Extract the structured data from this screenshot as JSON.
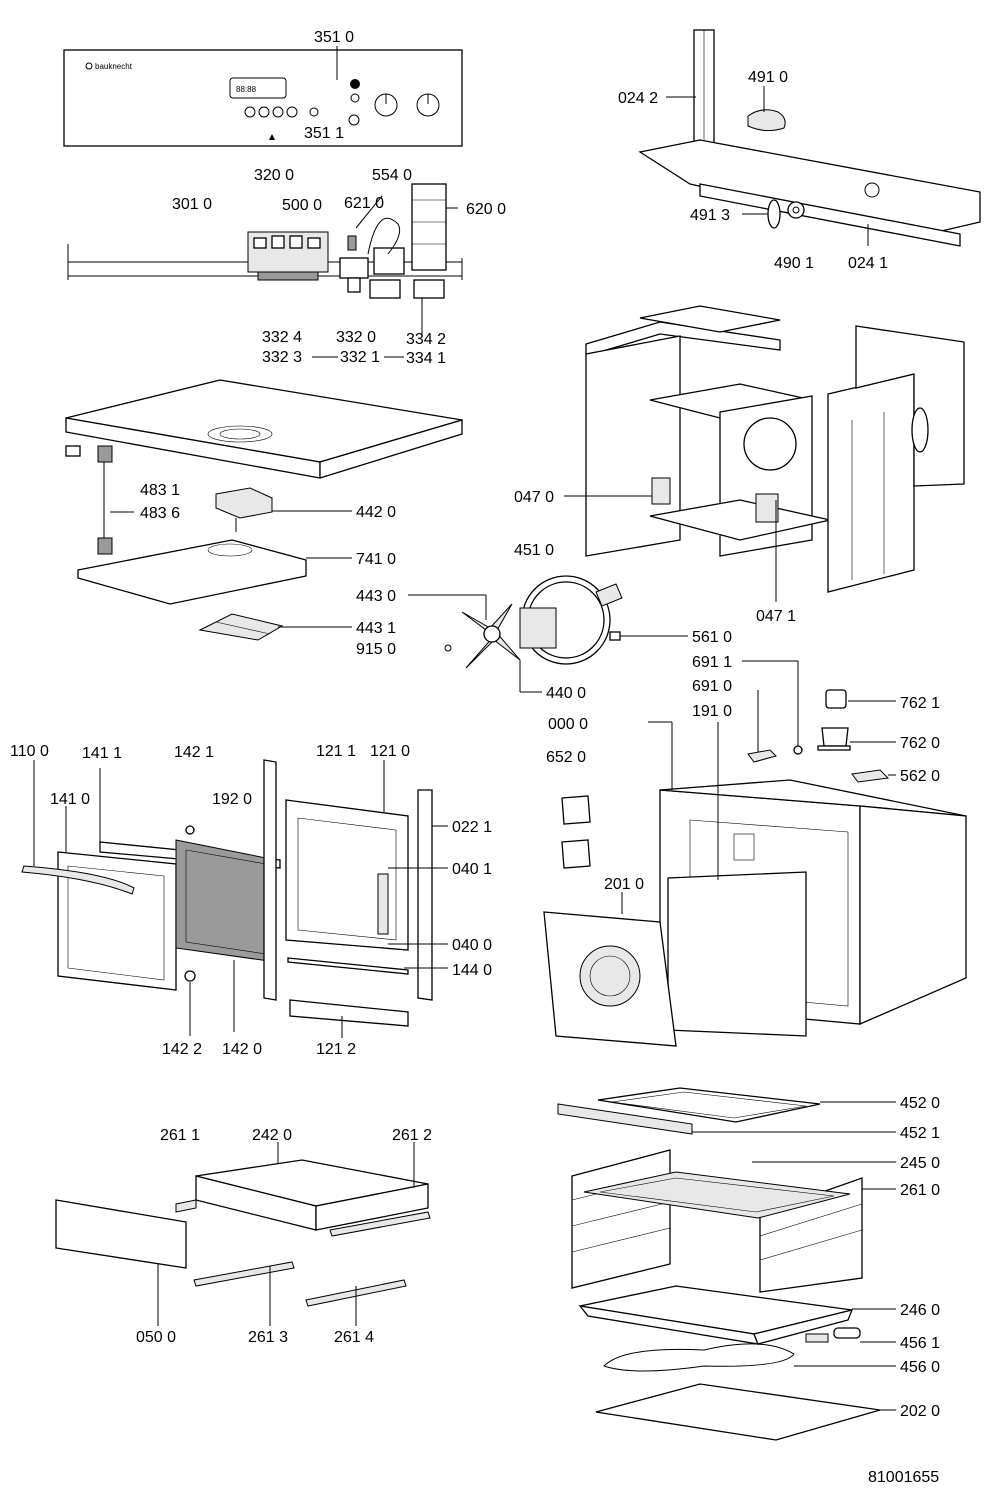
{
  "diagram": {
    "doc_number": "81001655",
    "brand": "bauknecht",
    "display_text": "88:88",
    "part_labels": {
      "p3510": "351 0",
      "p3511": "351 1",
      "p3200": "320 0",
      "p5540": "554 0",
      "p3010": "301 0",
      "p5000": "500 0",
      "p6210": "621 0",
      "p6200": "620 0",
      "p3324": "332 4",
      "p3320": "332 0",
      "p3342": "334 2",
      "p3323": "332 3",
      "p3321": "332 1",
      "p3341": "334 1",
      "p0242": "024 2",
      "p4910": "491 0",
      "p4913": "491 3",
      "p4901": "490 1",
      "p0241": "024 1",
      "p4831": "483 1",
      "p4836": "483 6",
      "p4420": "442 0",
      "p7410": "741 0",
      "p4430": "443 0",
      "p4431": "443 1",
      "p9150": "915 0",
      "p4400": "440 0",
      "p0470": "047 0",
      "p4510": "451 0",
      "p0471": "047 1",
      "p5610": "561 0",
      "p6911": "691 1",
      "p6910": "691 0",
      "p1910": "191 0",
      "p0000": "000 0",
      "p7621": "762 1",
      "p7620": "762 0",
      "p5620": "562 0",
      "p6520": "652 0",
      "p2010": "201 0",
      "p1100": "110 0",
      "p1411": "141 1",
      "p1421": "142 1",
      "p1211": "121 1",
      "p1210": "121 0",
      "p1410": "141 0",
      "p1920": "192 0",
      "p0221": "022 1",
      "p0401": "040 1",
      "p0400": "040 0",
      "p1440": "144 0",
      "p1422": "142 2",
      "p1420": "142 0",
      "p1212": "121 2",
      "p2611": "261 1",
      "p2420": "242 0",
      "p2612": "261 2",
      "p0500": "050 0",
      "p2613": "261 3",
      "p2614": "261 4",
      "p4520": "452 0",
      "p4521": "452 1",
      "p2450": "245 0",
      "p2610": "261 0",
      "p2460": "246 0",
      "p4561": "456 1",
      "p4560": "456 0",
      "p2020": "202 0"
    }
  }
}
